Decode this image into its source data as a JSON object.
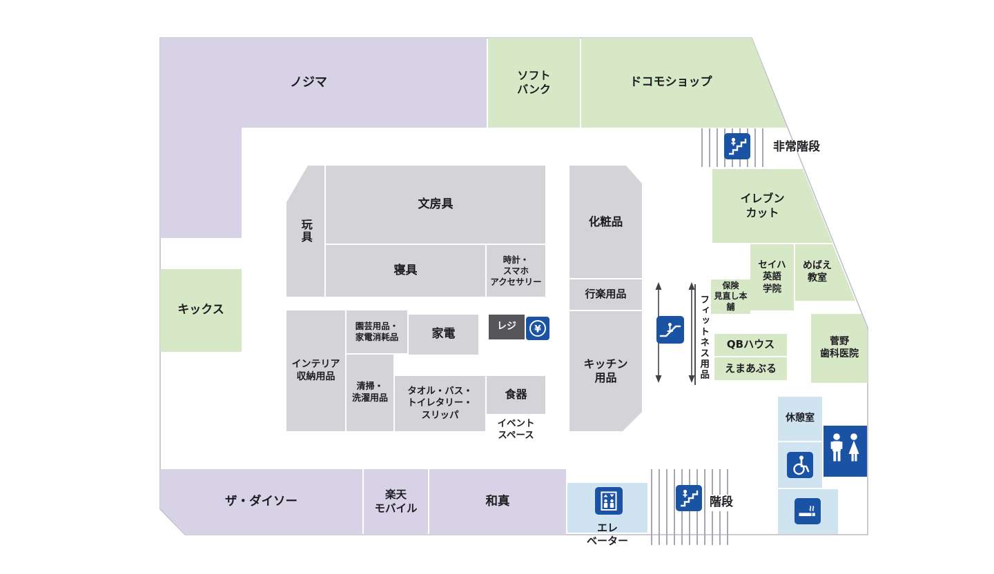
{
  "palette": {
    "large_store_purple": "#d8d2e6",
    "tenant_green": "#d7e8c6",
    "department_gray": "#d4d4d8",
    "facility_blue": "#cfe3f1",
    "icon_blue": "#1a53a4",
    "register_dark": "#55555a",
    "outline_gray": "#b9bcc3",
    "text_dark": "#1d1d21"
  },
  "stores": {
    "nojima": "ノジマ",
    "softbank": "ソフト\nバンク",
    "docomo": "ドコモショップ",
    "kicks": "キックス",
    "eleven_cut": "イレブン\nカット",
    "seiha_english": "セイハ\n英語\n学院",
    "mebae": "めばえ\n教室",
    "hoken_minaoshi": "保険\n見直し本舗",
    "qb_house": "QBハウス",
    "emaaburu": "えまあぶる",
    "kanno_dental": "菅野\n歯科医院",
    "daiso": "ザ・ダイソー",
    "rakuten_mobile": "楽天\nモバイル",
    "washin": "和真"
  },
  "departments": {
    "toys": "玩具",
    "stationery": "文房具",
    "bedding": "寝具",
    "watch_smartphone": "時計・\nスマホ\nアクセサリー",
    "cosmetics": "化粧品",
    "leisure_goods": "行楽用品",
    "kitchen_goods": "キッチン\n用品",
    "gardening_consumables": "園芸用品・\n家電消耗品",
    "appliances": "家電",
    "register": "レジ",
    "interior_storage": "インテリア\n収納用品",
    "cleaning_laundry": "清掃・\n洗濯用品",
    "towel_bath_toiletry": "タオル・バス・\nトイレタリー・\nスリッパ",
    "tableware": "食器",
    "event_space": "イベント\nスペース",
    "fitness_goods": "フィットネス用品"
  },
  "facilities": {
    "emergency_stairs": "非常階段",
    "stairs": "階段",
    "elevator": "エレ\nベーター",
    "rest_room": "休憩室"
  },
  "symbols": {
    "yen": "¥"
  },
  "icons": {
    "emergency_stairs": "stairs-person-icon",
    "stairs": "stairs-person-icon",
    "escalator": "escalator-icon",
    "elevator": "elevator-icon",
    "register_yen": "yen-circle-icon",
    "wheelchair": "wheelchair-accessible-icon",
    "toilets": "mens-womens-toilet-icon",
    "smoking": "smoking-room-icon"
  }
}
